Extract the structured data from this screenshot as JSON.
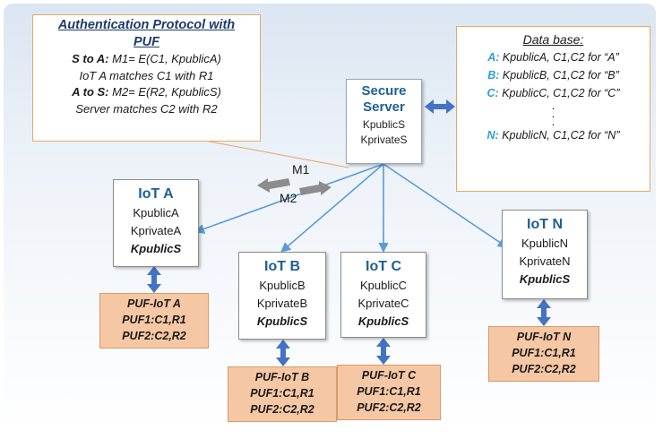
{
  "protocol": {
    "title_line1": "Authentication Protocol with",
    "title_line2": "PUF",
    "line1_label": "S to A:",
    "line1_text": " M1= E(C1, KpublicA)",
    "line2": "IoT A matches C1 with R1",
    "line3_label": "A to S:",
    "line3_text": " M2= E(R2, KpublicS)",
    "line4": "Server matches C2 with R2"
  },
  "server": {
    "title_line1": "Secure",
    "title_line2": "Server",
    "key1": "KpublicS",
    "key2": "KprivateS"
  },
  "database": {
    "title": "Data base:",
    "rows": [
      {
        "key": "A:",
        "text": " KpublicA, C1,C2 for “A”"
      },
      {
        "key": "B:",
        "text": " KpublicB, C1,C2 for “B”"
      },
      {
        "key": "C:",
        "text": " KpublicC, C1,C2 for “C”"
      },
      {
        "key": "N:",
        "text": " KpublicN, C1,C2 for “N”"
      }
    ],
    "dots": "."
  },
  "messages": {
    "m1": "M1",
    "m2": "M2"
  },
  "devices": [
    {
      "title": "IoT A",
      "key1": "KpublicA",
      "key2": "KprivateA",
      "key3": "KpublicS",
      "puf_title": "PUF-IoT A",
      "puf1": "PUF1:C1,R1",
      "puf2": "PUF2:C2,R2"
    },
    {
      "title": "IoT B",
      "key1": "KpublicB",
      "key2": "KprivateB",
      "key3": "KpublicS",
      "puf_title": "PUF-IoT B",
      "puf1": "PUF1:C1,R1",
      "puf2": "PUF2:C2,R2"
    },
    {
      "title": "IoT C",
      "key1": "KpublicC",
      "key2": "KprivateC",
      "key3": "KpublicS",
      "puf_title": "PUF-IoT C",
      "puf1": "PUF1:C1,R1",
      "puf2": "PUF2:C2,R2"
    },
    {
      "title": "IoT N",
      "key1": "KpublicN",
      "key2": "KprivateN",
      "key3": "KpublicS",
      "puf_title": "PUF-IoT N",
      "puf1": "PUF1:C1,R1",
      "puf2": "PUF2:C2,R2"
    }
  ],
  "colors": {
    "link": "#5b9bd5",
    "double_arrow": "#4472c4",
    "message_arrow": "#8c8c8c",
    "puf_fill": "#f6c7a4",
    "accent": "#2aa0d6"
  }
}
